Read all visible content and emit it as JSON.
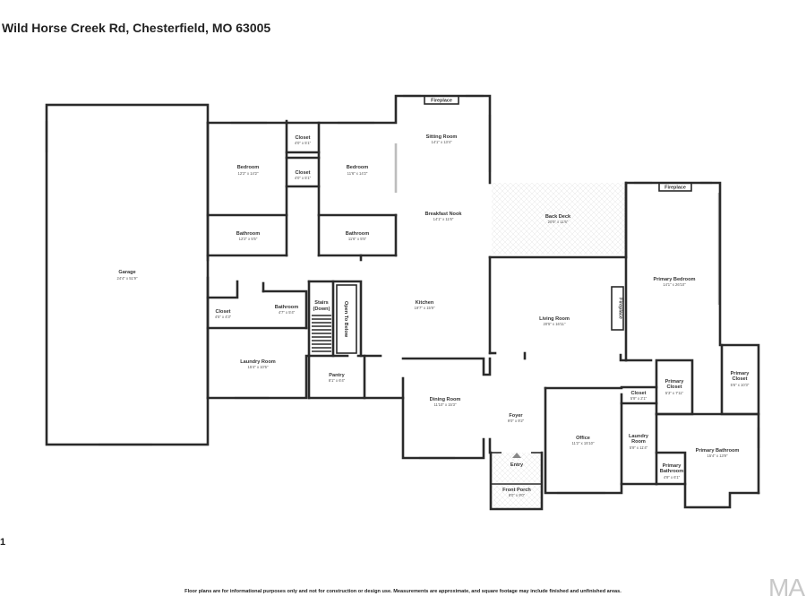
{
  "header": {
    "title": "Wild Horse Creek Rd, Chesterfield, MO 63005"
  },
  "page_number": "1",
  "disclaimer": "Floor plans are for informational purposes only and not for construction or design use. Measurements are approximate, and square footage may include finished and unfinished areas.",
  "logo_text": "MA",
  "rooms": {
    "garage": {
      "name": "Garage",
      "dims": "24'4\" x 51'9\""
    },
    "bedroom1": {
      "name": "Bedroom",
      "dims": "12'2\" x 14'2\""
    },
    "closet1": {
      "name": "Closet",
      "dims": "4'0\" x 5'1\""
    },
    "closet2": {
      "name": "Closet",
      "dims": "4'0\" x 5'1\""
    },
    "bedroom2": {
      "name": "Bedroom",
      "dims": "11'6\" x 14'2\""
    },
    "bathroom1": {
      "name": "Bathroom",
      "dims": "12'2\" x 5'5\""
    },
    "bathroom2": {
      "name": "Bathroom",
      "dims": "11'6\" x 5'5\""
    },
    "closet3": {
      "name": "Closet",
      "dims": "4'5\" x 4'3\""
    },
    "bathroom3": {
      "name": "Bathroom",
      "dims": "4'7\" x 5'4\""
    },
    "stairs": {
      "name": "Stairs",
      "sub": "(Down)"
    },
    "open_below": {
      "name": "Open To Below"
    },
    "laundry1": {
      "name": "Laundry Room",
      "dims": "15'4\" x 10'5\""
    },
    "pantry": {
      "name": "Pantry",
      "dims": "8'1\" x 6'4\""
    },
    "sitting": {
      "name": "Sitting Room",
      "dims": "14'1\" x 13'4\""
    },
    "breakfast": {
      "name": "Breakfast Nook",
      "dims": "14'1\" x 11'6\""
    },
    "kitchen": {
      "name": "Kitchen",
      "dims": "19'7\" x 15'9\""
    },
    "back_deck": {
      "name": "Back Deck",
      "dims": "20'5\" x 11'6\""
    },
    "living": {
      "name": "Living Room",
      "dims": "20'5\" x 16'11\""
    },
    "dining": {
      "name": "Dining Room",
      "dims": "11'10\" x 15'3\""
    },
    "foyer": {
      "name": "Foyer",
      "dims": "9'0\" x 9'2\""
    },
    "entry": {
      "name": "Entry"
    },
    "front_porch": {
      "name": "Front Porch",
      "dims": "8'0\" x 9'0\""
    },
    "office": {
      "name": "Office",
      "dims": "11'2\" x 15'10\""
    },
    "primary_bedroom": {
      "name": "Primary Bedroom",
      "dims": "14'1\" x 26'10\""
    },
    "primary_closet1": {
      "name": "Primary Closet",
      "dims": "5'3\" x 7'11\""
    },
    "primary_closet2": {
      "name": "Primary Closet",
      "dims": "5'6\" x 10'3\""
    },
    "closet4": {
      "name": "Closet",
      "dims": "5'9\" x 2'1\""
    },
    "laundry2": {
      "name": "Laundry Room",
      "dims": "5'9\" x 11'4\""
    },
    "primary_bathroom": {
      "name": "Primary Bathroom",
      "dims": "15'4\" x 13'9\""
    },
    "primary_bathroom_small": {
      "name": "Primary Bathroom",
      "dims": "4'9\" x 6'1\""
    }
  },
  "labels": {
    "fireplace_top": "Fireplace",
    "fireplace_primary": "Fireplace",
    "fireplace_living": "Fireplace"
  }
}
